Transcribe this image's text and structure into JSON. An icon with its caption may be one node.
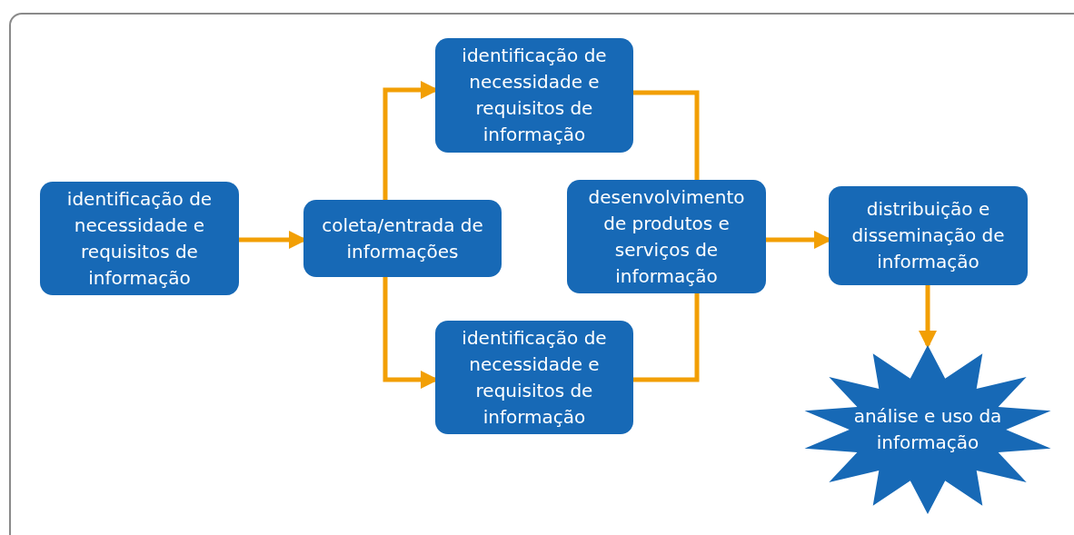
{
  "diagram": {
    "nodes": [
      {
        "text": [
          "identificação de necessidade e requisitos de informação"
        ]
      },
      {
        "text": [
          "coleta/entrada de informações"
        ]
      },
      {
        "text": [
          "identificação de necessidade e requisitos de informação"
        ]
      },
      {
        "text": [
          "identificação de necessidade e requisitos de informação"
        ]
      },
      {
        "text": [
          "desenvolvimento de produtos e serviços de informação"
        ]
      },
      {
        "text": [
          "distribuição e disseminação de informação"
        ]
      },
      {
        "text": [
          "análise e uso da informação"
        ]
      }
    ],
    "edges": [
      {
        "from": 0,
        "to": 1,
        "arrow": "to"
      },
      {
        "from": 1,
        "to": 2,
        "arrow": "to"
      },
      {
        "from": 1,
        "to": 3,
        "arrow": "to"
      },
      {
        "from": 2,
        "to": 4,
        "arrow": "none"
      },
      {
        "from": 3,
        "to": 4,
        "arrow": "none"
      },
      {
        "from": 4,
        "to": 5,
        "arrow": "to"
      },
      {
        "from": 5,
        "to": 6,
        "arrow": "to"
      }
    ]
  }
}
